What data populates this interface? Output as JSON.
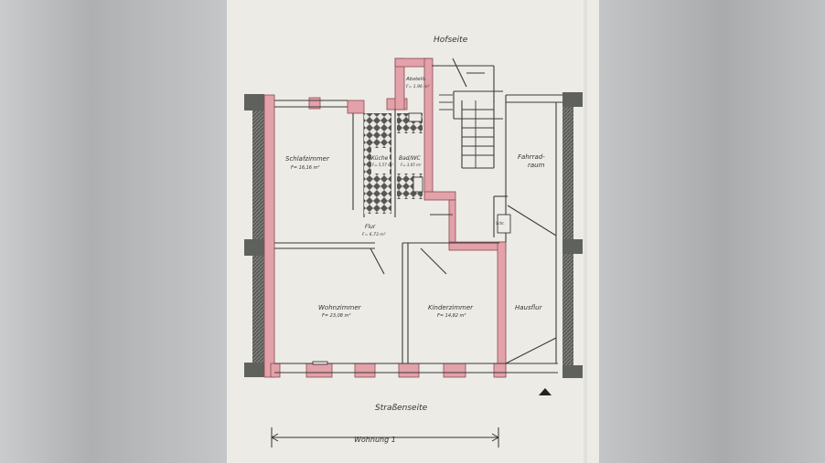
{
  "plan": {
    "top_label": "Hofseite",
    "bottom_label": "Straßenseite",
    "scale_label": "Wohnung 1",
    "rooms": {
      "schlafzimmer": {
        "name": "Schlafzimmer",
        "area": "F= 16,16 m²"
      },
      "abstellr": {
        "name": "Abstellr.",
        "area": "F= 1,96 m²"
      },
      "kueche": {
        "name": "Küche",
        "area": "F= 5,57 m²"
      },
      "bad": {
        "name": "Bad/WC",
        "area": "F= 3,05 m²"
      },
      "flur": {
        "name": "Flur",
        "area": "F= 6,73 m²"
      },
      "fahrrad": {
        "name_line1": "Fahrrad-",
        "name_line2": "raum"
      },
      "wohnzimmer": {
        "name": "Wohnzimmer",
        "area": "F= 23,08 m²"
      },
      "kinderzimmer": {
        "name": "Kinderzimmer",
        "area": "F= 14,82 m²"
      },
      "hausflur": {
        "name": "Hausflur"
      },
      "small_note": "Schr."
    },
    "colors": {
      "paper": "#ecebe6",
      "wall_gray": "#6f716d",
      "wall_pink": "#e3a1a9",
      "line": "#333333"
    }
  }
}
